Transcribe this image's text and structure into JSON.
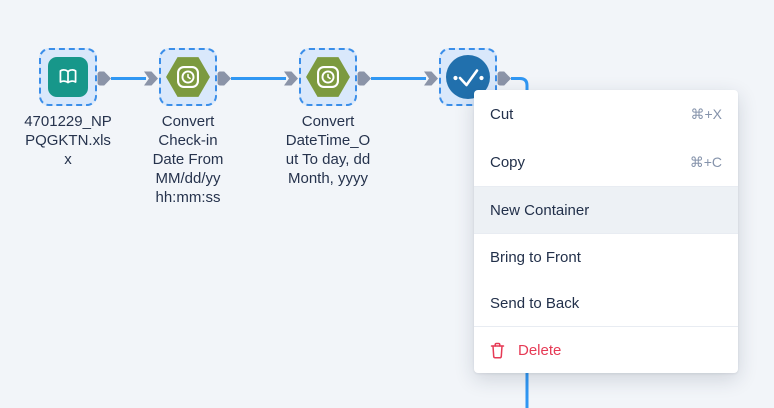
{
  "canvas": {
    "nodes": [
      {
        "name": "input-file-node",
        "tool": "file-input",
        "label_lines": [
          "4701229_NP",
          "PQGKTN.xls",
          "x"
        ],
        "full_label": "4701229_NPPQGKTN.xlsx",
        "icon": "open-book-icon",
        "icon_color": "#17978a",
        "selected": true
      },
      {
        "name": "convert-checkin-node",
        "tool": "datetime",
        "label_lines": [
          "Convert",
          "Check-in",
          "Date From",
          "MM/dd/yy",
          "hh:mm:ss"
        ],
        "full_label": "Convert Check-in Date From MM/dd/yy hh:mm:ss",
        "icon": "clock-hexagon-icon",
        "icon_color": "#7c9a3f",
        "selected": true
      },
      {
        "name": "convert-datetime-out-node",
        "tool": "datetime",
        "label_lines": [
          "Convert",
          "DateTime_O",
          "ut To day, dd",
          "Month, yyyy"
        ],
        "full_label": "Convert DateTime_Out To day, dd Month, yyyy",
        "icon": "clock-hexagon-icon",
        "icon_color": "#7c9a3f",
        "selected": true
      },
      {
        "name": "check-node",
        "tool": "check",
        "label_lines": [],
        "full_label": "",
        "icon": "check-circle-icon",
        "icon_color": "#2170ad",
        "selected": true
      }
    ]
  },
  "context_menu": {
    "items": [
      {
        "label": "Cut",
        "shortcut": "⌘+X"
      },
      {
        "label": "Copy",
        "shortcut": "⌘+C"
      },
      {
        "label": "New Container",
        "highlighted": true
      },
      {
        "label": "Bring to Front"
      },
      {
        "label": "Send to Back"
      },
      {
        "label": "Delete",
        "danger": true,
        "icon": "trash-icon"
      }
    ]
  },
  "colors": {
    "canvas_background": "#f2f5f9",
    "selection_border": "#3a8ee9",
    "selection_fill": "#d9e8fb",
    "wire_blue": "#3097f3",
    "anchor_gray": "#8b94a8",
    "teal_tool": "#17978a",
    "olive_tool": "#7c9a3f",
    "blue_tool": "#2170ad",
    "menu_text": "#22304a",
    "shortcut_text": "#8593ab",
    "menu_highlight": "#edf1f5",
    "danger_red": "#e63a55",
    "label_text": "#26334d"
  }
}
